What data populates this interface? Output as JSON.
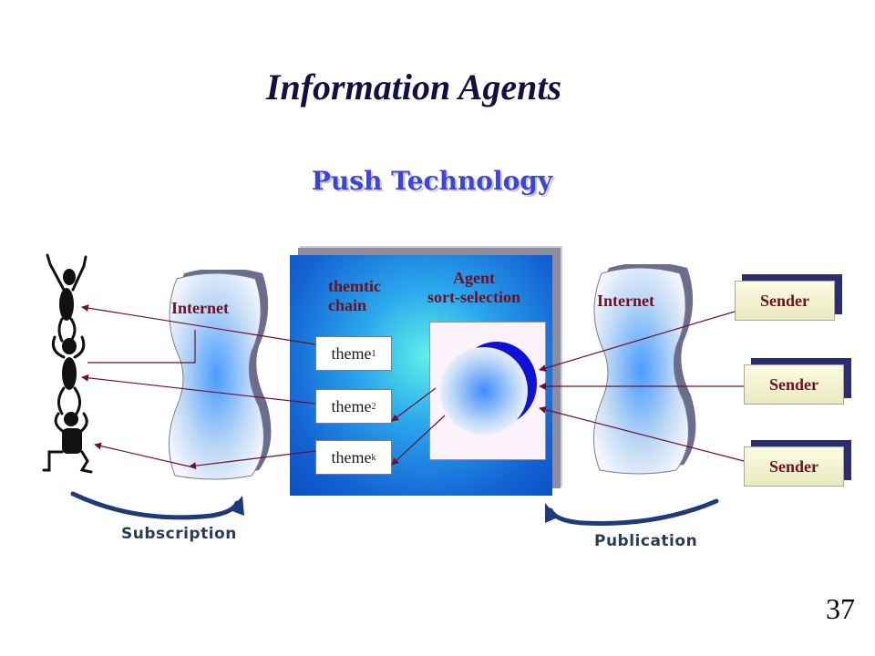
{
  "title": "Information Agents",
  "subtitle": "Push Technology",
  "page_number": "37",
  "internet_left": "Internet",
  "internet_right": "Internet",
  "thematic_chain": {
    "line1": "themtic",
    "line2": "chain"
  },
  "agent": {
    "line1": "Agent",
    "line2": "sort-selection"
  },
  "themes": [
    {
      "base": "theme",
      "sub": "1"
    },
    {
      "base": "theme",
      "sub": "2"
    },
    {
      "base": "theme",
      "sub": "k"
    }
  ],
  "senders": [
    "Sender",
    "Sender",
    "Sender"
  ],
  "subscription": "Subscription",
  "publication": "Publication",
  "colors": {
    "title": "#121040",
    "subtitle": "#3d44d8",
    "label": "#6e1020",
    "arrow": "#6e1030",
    "curve_arrow": "#1e3a78"
  }
}
